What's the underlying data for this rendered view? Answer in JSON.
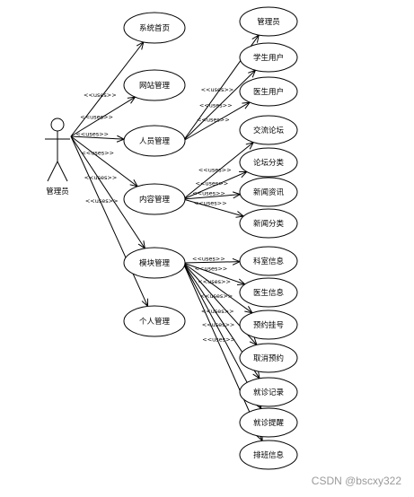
{
  "actor": {
    "name": "管理员",
    "icon": "stick-figure-icon"
  },
  "stereotype": "<<uses>>",
  "level1": [
    {
      "id": "home",
      "label": "系统首页"
    },
    {
      "id": "site",
      "label": "网站管理"
    },
    {
      "id": "people",
      "label": "人员管理"
    },
    {
      "id": "content",
      "label": "内容管理"
    },
    {
      "id": "module",
      "label": "模块管理"
    },
    {
      "id": "profile",
      "label": "个人管理"
    }
  ],
  "level2": {
    "people": [
      {
        "label": "管理员"
      },
      {
        "label": "学生用户"
      },
      {
        "label": "医生用户"
      }
    ],
    "content": [
      {
        "label": "交流论坛"
      },
      {
        "label": "论坛分类"
      },
      {
        "label": "新闻资讯"
      },
      {
        "label": "新闻分类"
      }
    ],
    "module": [
      {
        "label": "科室信息"
      },
      {
        "label": "医生信息"
      },
      {
        "label": "预约挂号"
      },
      {
        "label": "取消预约"
      },
      {
        "label": "就诊记录"
      },
      {
        "label": "就诊提醒"
      },
      {
        "label": "排班信息"
      }
    ]
  },
  "watermark": "CSDN @bscxy322"
}
